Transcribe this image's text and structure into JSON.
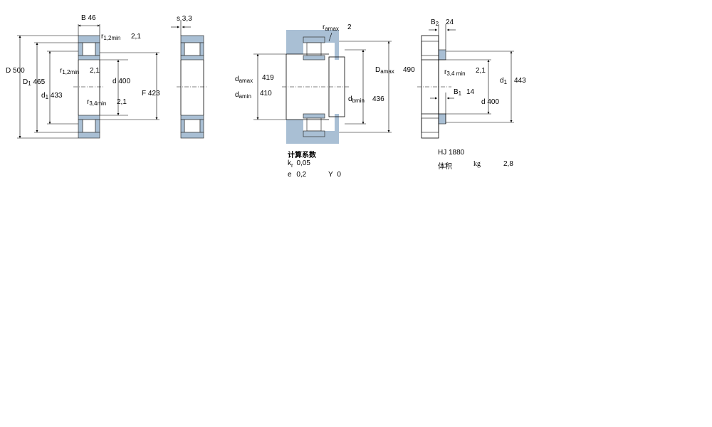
{
  "labels": {
    "B": "B",
    "B_val": "46",
    "r12": "r",
    "r12_sub": "1,2min",
    "r12_val": "2,1",
    "r12b": "r",
    "r12b_sub": "1,2min",
    "r12b_val": "2,1",
    "r34": "r",
    "r34_sub": "3,4min",
    "r34_val": "2,1",
    "D": "D",
    "D_val": "500",
    "D1": "D",
    "D1_sub": "1",
    "D1_val": "465",
    "d1": "d",
    "d1_sub": "1",
    "d1_val": "433",
    "d": "d",
    "d_val": "400",
    "F": "F",
    "F_val": "423",
    "s": "s",
    "s_val": "3,3",
    "ra": "r",
    "ra_sub": "amax",
    "ra_val": "2",
    "dama": "d",
    "dama_sub": "amax",
    "dama_val": "419",
    "dami": "d",
    "dami_sub": "amin",
    "dami_val": "410",
    "Dam": "D",
    "Dam_sub": "amax",
    "Dam_val": "490",
    "dbm": "d",
    "dbm_sub": "bmin",
    "dbm_val": "436",
    "B2": "B",
    "B2_sub": "2",
    "B2_val": "24",
    "r34b": "r",
    "r34b_sub": "3,4 min",
    "r34b_val": "2,1",
    "B1": "B",
    "B1_sub": "1",
    "B1_val": "14",
    "hd": "d",
    "hd_val": "400",
    "hd1": "d",
    "hd1_sub": "1",
    "hd1_val": "443"
  },
  "calc": {
    "title": "计算系数",
    "kr_label": "k",
    "kr_sub": "r",
    "kr_val": "0,05",
    "e_label": "e",
    "e_val": "0,2",
    "y_label": "Y",
    "y_val": "0"
  },
  "hj": {
    "name": "HJ 1880",
    "vol_label": "体积",
    "unit": "kg",
    "val": "2,8"
  }
}
